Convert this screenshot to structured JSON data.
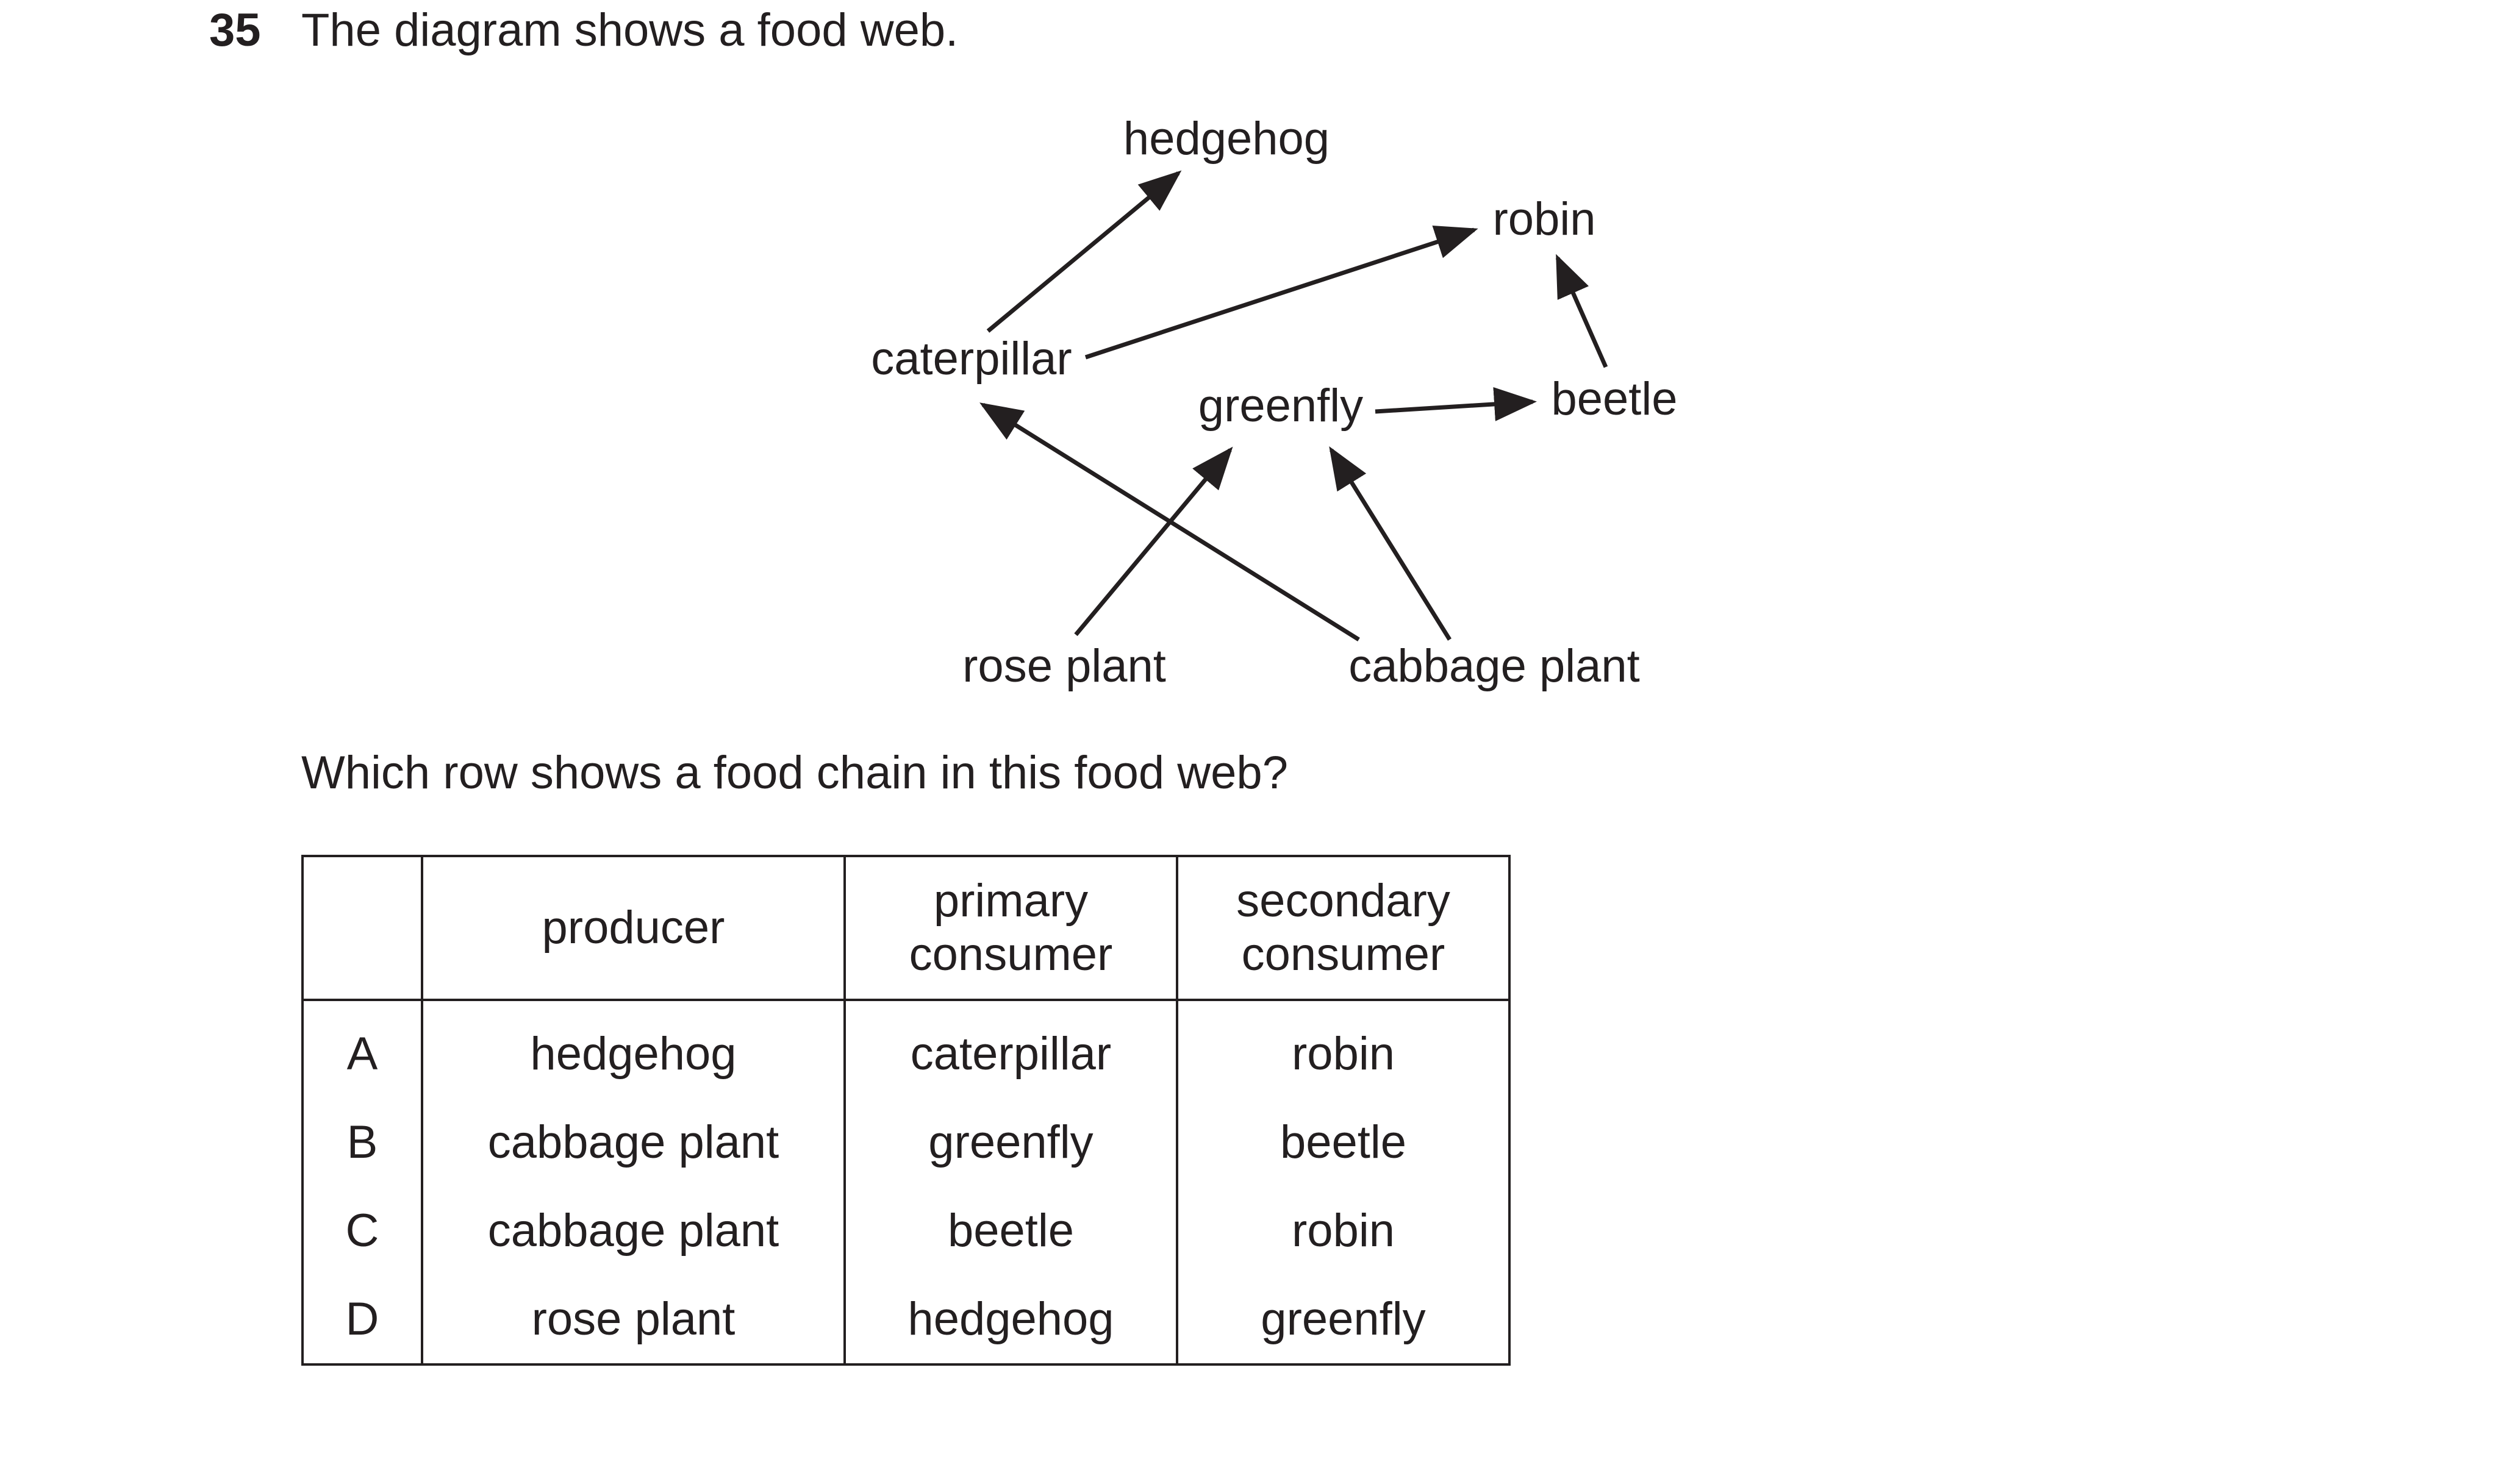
{
  "question": {
    "number": "35",
    "stem": "The diagram shows a food web.",
    "prompt": "Which row shows a food chain in this food web?"
  },
  "food_web": {
    "nodes": {
      "hedgehog": "hedgehog",
      "robin": "robin",
      "caterpillar": "caterpillar",
      "greenfly": "greenfly",
      "beetle": "beetle",
      "rose_plant": "rose plant",
      "cabbage_plant": "cabbage plant"
    },
    "edges": [
      {
        "from": "caterpillar",
        "to": "hedgehog"
      },
      {
        "from": "caterpillar",
        "to": "robin"
      },
      {
        "from": "beetle",
        "to": "robin"
      },
      {
        "from": "greenfly",
        "to": "beetle"
      },
      {
        "from": "rose_plant",
        "to": "greenfly"
      },
      {
        "from": "cabbage_plant",
        "to": "greenfly"
      },
      {
        "from": "cabbage_plant",
        "to": "caterpillar"
      }
    ]
  },
  "table": {
    "headers": {
      "letter": "",
      "producer": "producer",
      "primary_line1": "primary",
      "primary_line2": "consumer",
      "secondary_line1": "secondary",
      "secondary_line2": "consumer"
    },
    "rows": [
      {
        "letter": "A",
        "producer": "hedgehog",
        "primary": "caterpillar",
        "secondary": "robin"
      },
      {
        "letter": "B",
        "producer": "cabbage plant",
        "primary": "greenfly",
        "secondary": "beetle"
      },
      {
        "letter": "C",
        "producer": "cabbage plant",
        "primary": "beetle",
        "secondary": "robin"
      },
      {
        "letter": "D",
        "producer": "rose plant",
        "primary": "hedgehog",
        "secondary": "greenfly"
      }
    ]
  }
}
